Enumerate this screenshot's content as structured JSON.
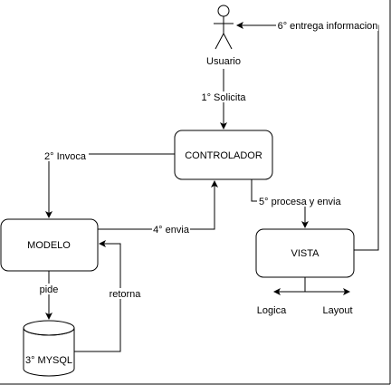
{
  "nodes": {
    "usuario": "Usuario",
    "controlador": "CONTROLADOR",
    "modelo": "MODELO",
    "vista": "VISTA",
    "mysql": "3° MYSQL"
  },
  "edges": {
    "solicita": "1° Solicita",
    "invoca": "2°  Invoca",
    "envia4": "4° envia",
    "procesa": "5° procesa y envia",
    "entrega": "6° entrega informacion",
    "pide": "pide",
    "retorna": "retorna",
    "logica": "Logica",
    "layout": "Layout"
  }
}
